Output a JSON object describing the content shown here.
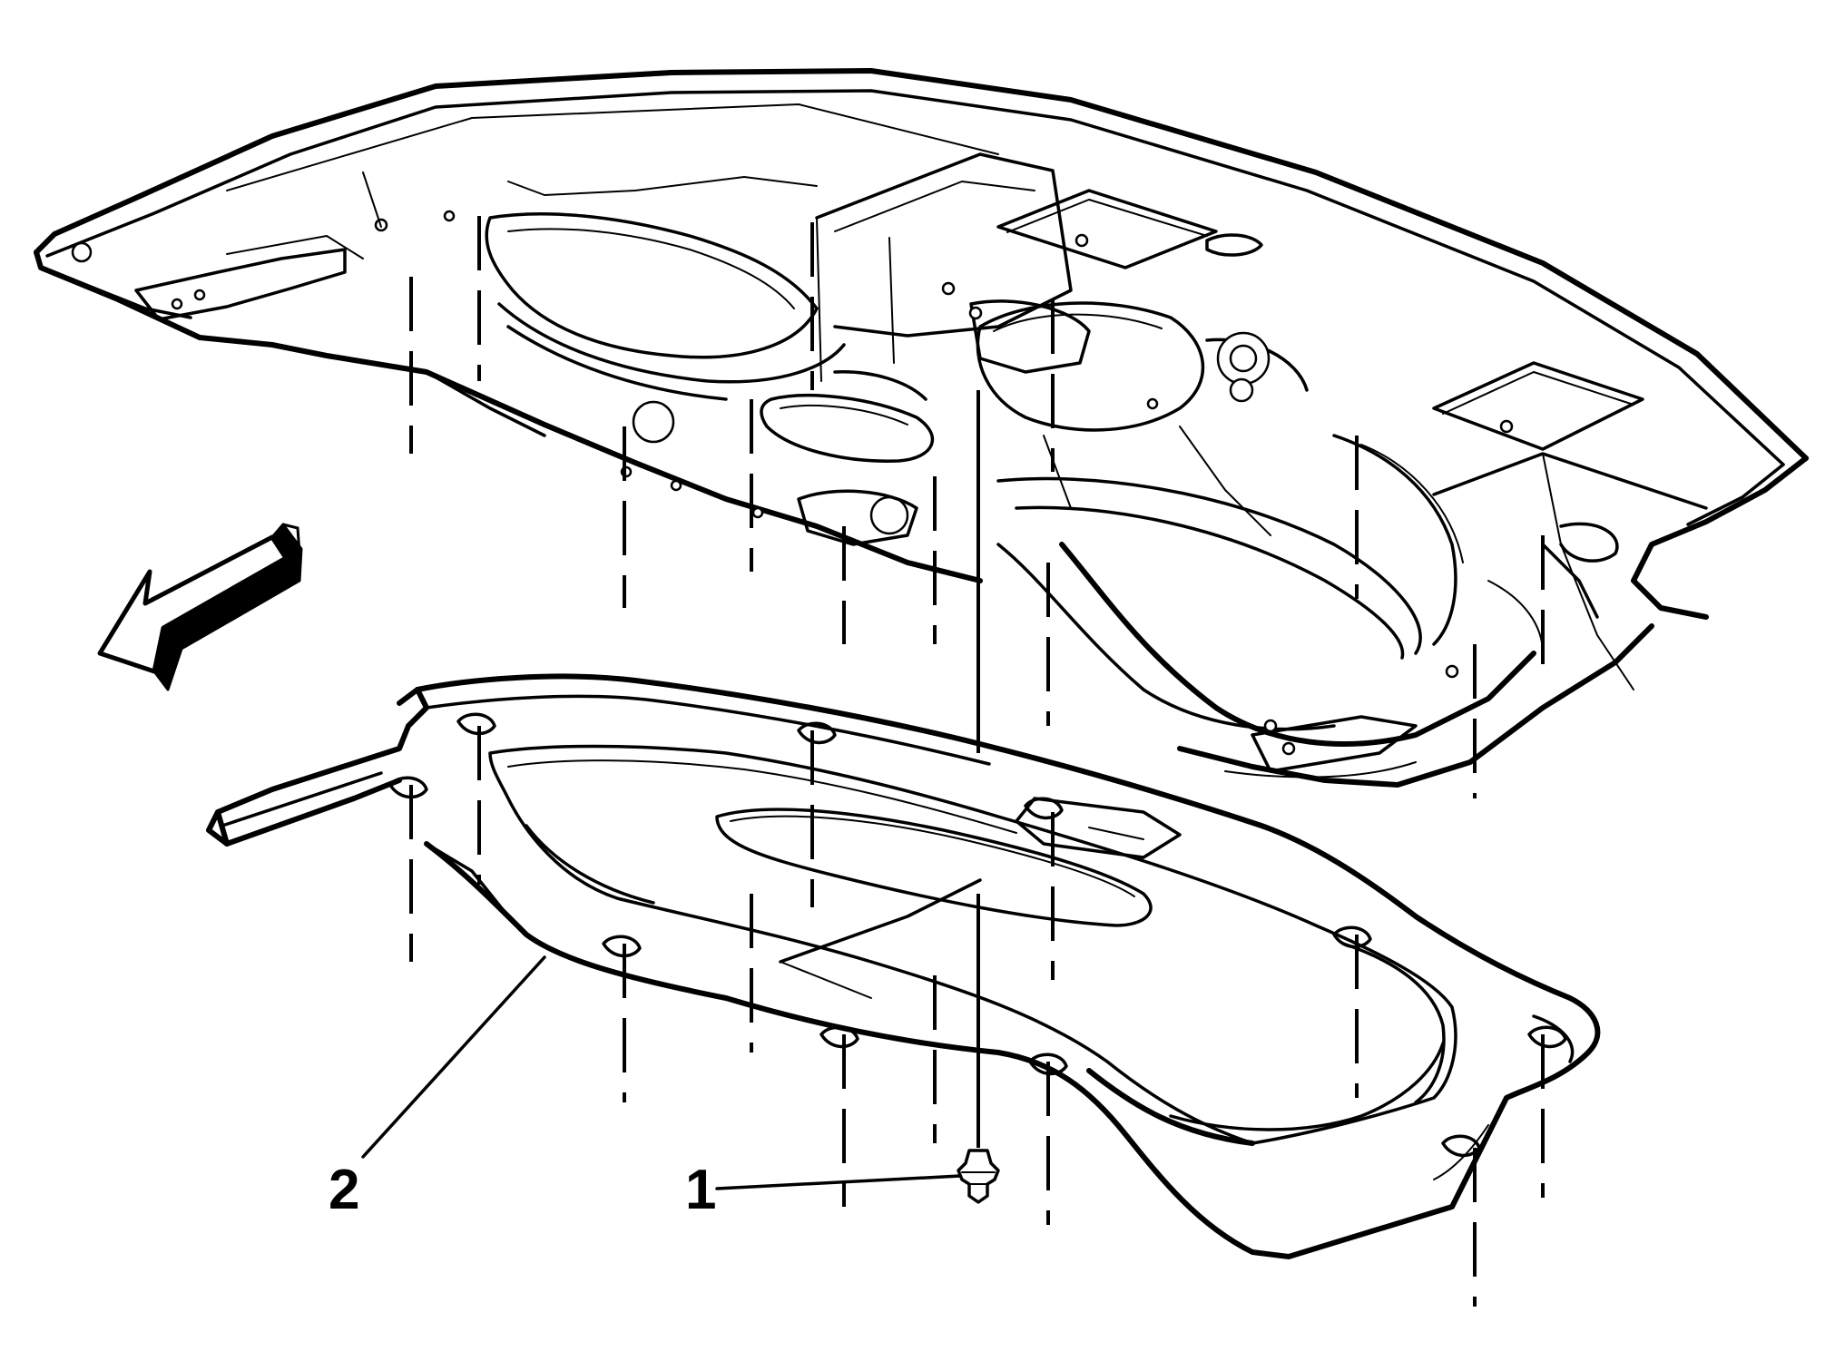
{
  "diagram": {
    "callouts": [
      {
        "id": "callout-1",
        "label": "1"
      },
      {
        "id": "callout-2",
        "label": "2"
      }
    ],
    "direction_arrow_icon": "front-direction-arrow-icon",
    "fastener_icon": "push-pin-retainer-icon",
    "colors": {
      "line": "#000000",
      "background": "#ffffff"
    }
  }
}
